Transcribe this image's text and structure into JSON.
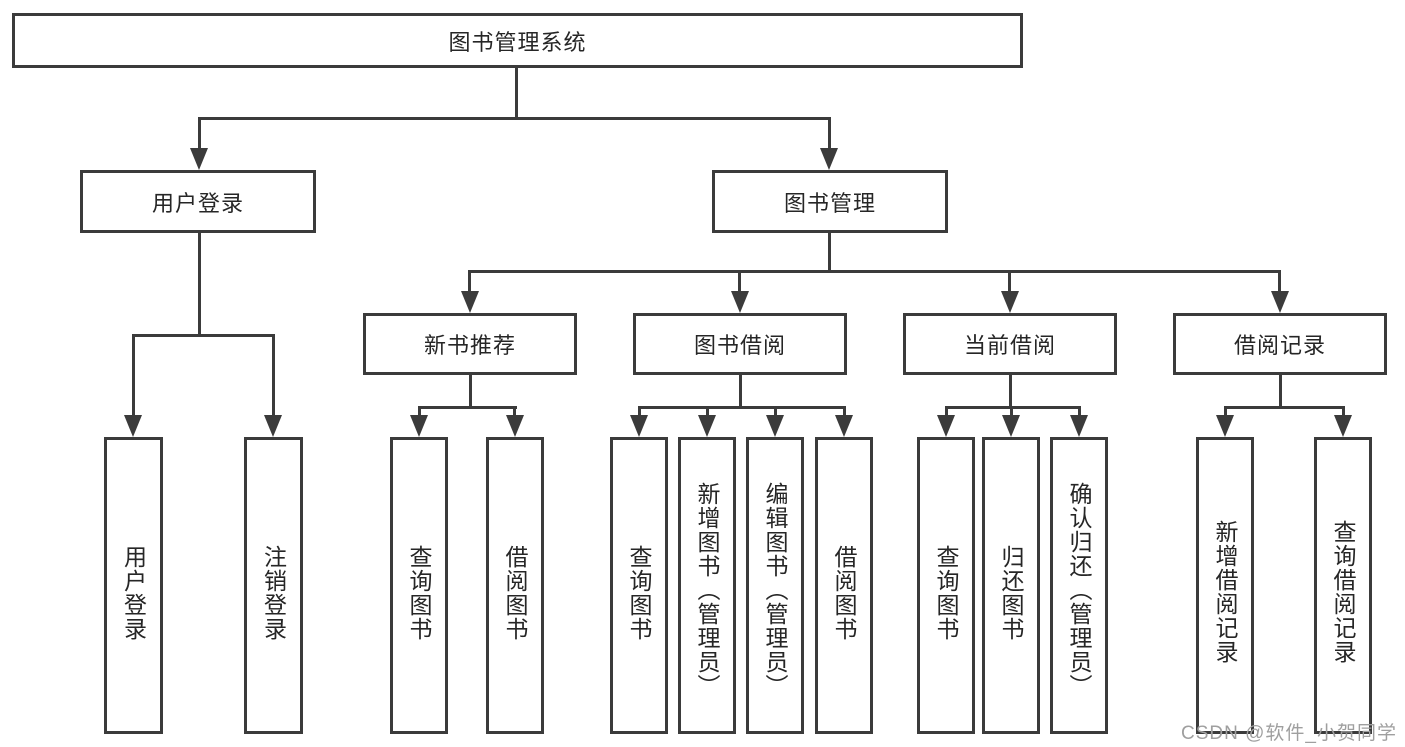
{
  "tree": {
    "label": "图书管理系统",
    "children": [
      {
        "label": "用户登录",
        "children": [
          {
            "label": "用户登录"
          },
          {
            "label": "注销登录"
          }
        ]
      },
      {
        "label": "图书管理",
        "children": [
          {
            "label": "新书推荐",
            "children": [
              {
                "label": "查询图书"
              },
              {
                "label": "借阅图书"
              }
            ]
          },
          {
            "label": "图书借阅",
            "children": [
              {
                "label": "查询图书"
              },
              {
                "label": "新增图书（管理员）"
              },
              {
                "label": "编辑图书（管理员）"
              },
              {
                "label": "借阅图书"
              }
            ]
          },
          {
            "label": "当前借阅",
            "children": [
              {
                "label": "查询图书"
              },
              {
                "label": "归还图书"
              },
              {
                "label": "确认归还（管理员）"
              }
            ]
          },
          {
            "label": "借阅记录",
            "children": [
              {
                "label": "新增借阅记录"
              },
              {
                "label": "查询借阅记录"
              }
            ]
          }
        ]
      }
    ]
  },
  "watermark": "CSDN @软件_小贺同学",
  "colors": {
    "line": "#3b3b3b",
    "text": "#262626",
    "background": "#ffffff",
    "watermark": "#9f9f9f"
  }
}
